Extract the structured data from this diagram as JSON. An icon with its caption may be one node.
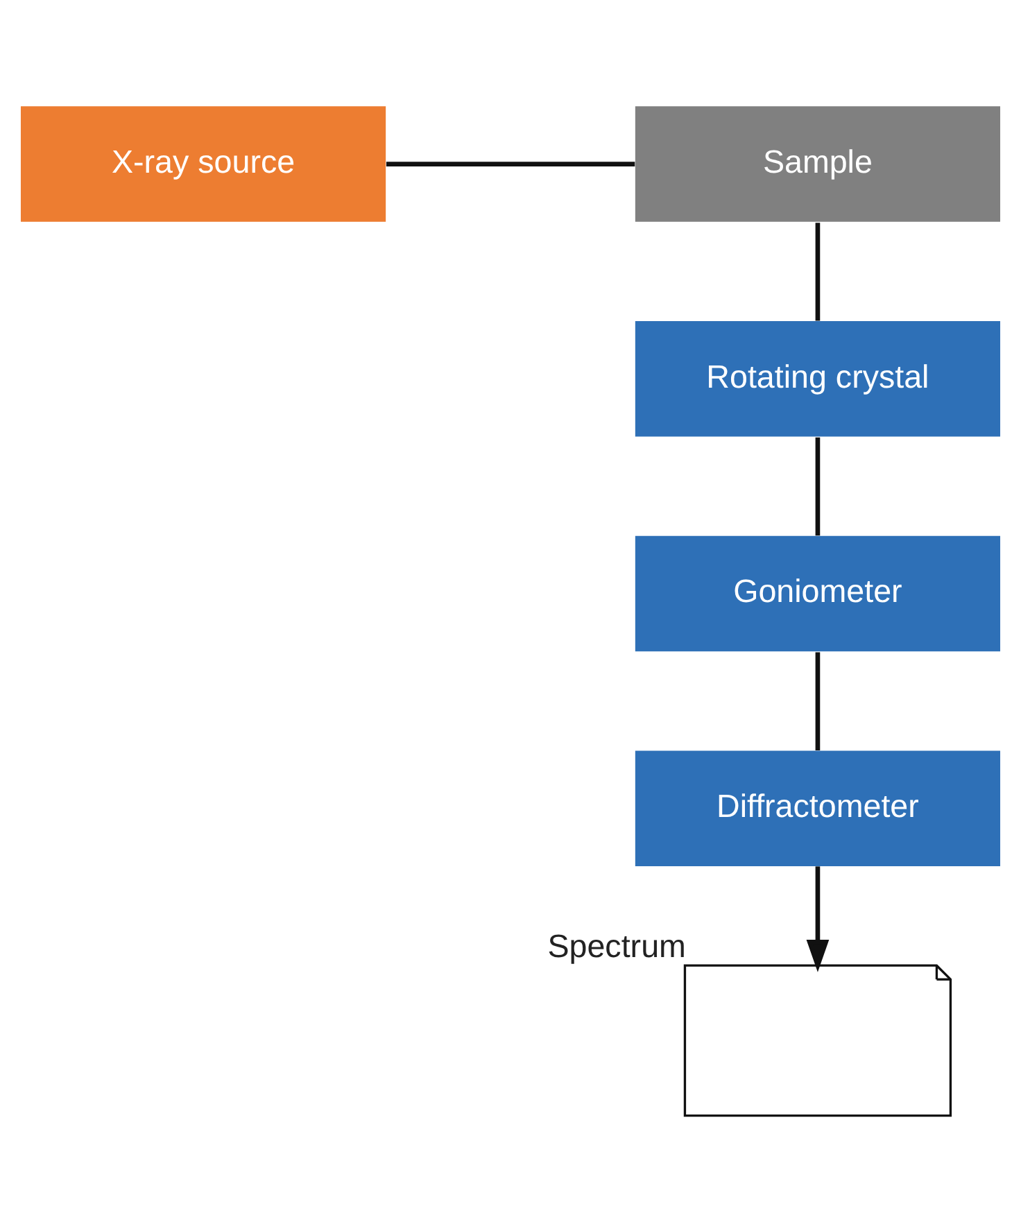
{
  "diagram": {
    "nodes": [
      {
        "text": [
          "X-ray source"
        ]
      },
      {
        "text": [
          "Sample"
        ]
      },
      {
        "text": [
          "Rotating crystal"
        ]
      },
      {
        "text": [
          "Goniometer"
        ]
      },
      {
        "text": [
          "Diffractometer"
        ]
      },
      {
        "text": [],
        "shape": "picture",
        "beside": [
          "Spectrum"
        ]
      }
    ],
    "edges": [
      {
        "from": 0,
        "to": 1,
        "arrow": "none"
      },
      {
        "from": 1,
        "to": 2,
        "arrow": "none"
      },
      {
        "from": 2,
        "to": 3,
        "arrow": "none"
      },
      {
        "from": 3,
        "to": 4,
        "arrow": "none"
      },
      {
        "from": 4,
        "to": 5,
        "arrow": "to"
      }
    ]
  }
}
